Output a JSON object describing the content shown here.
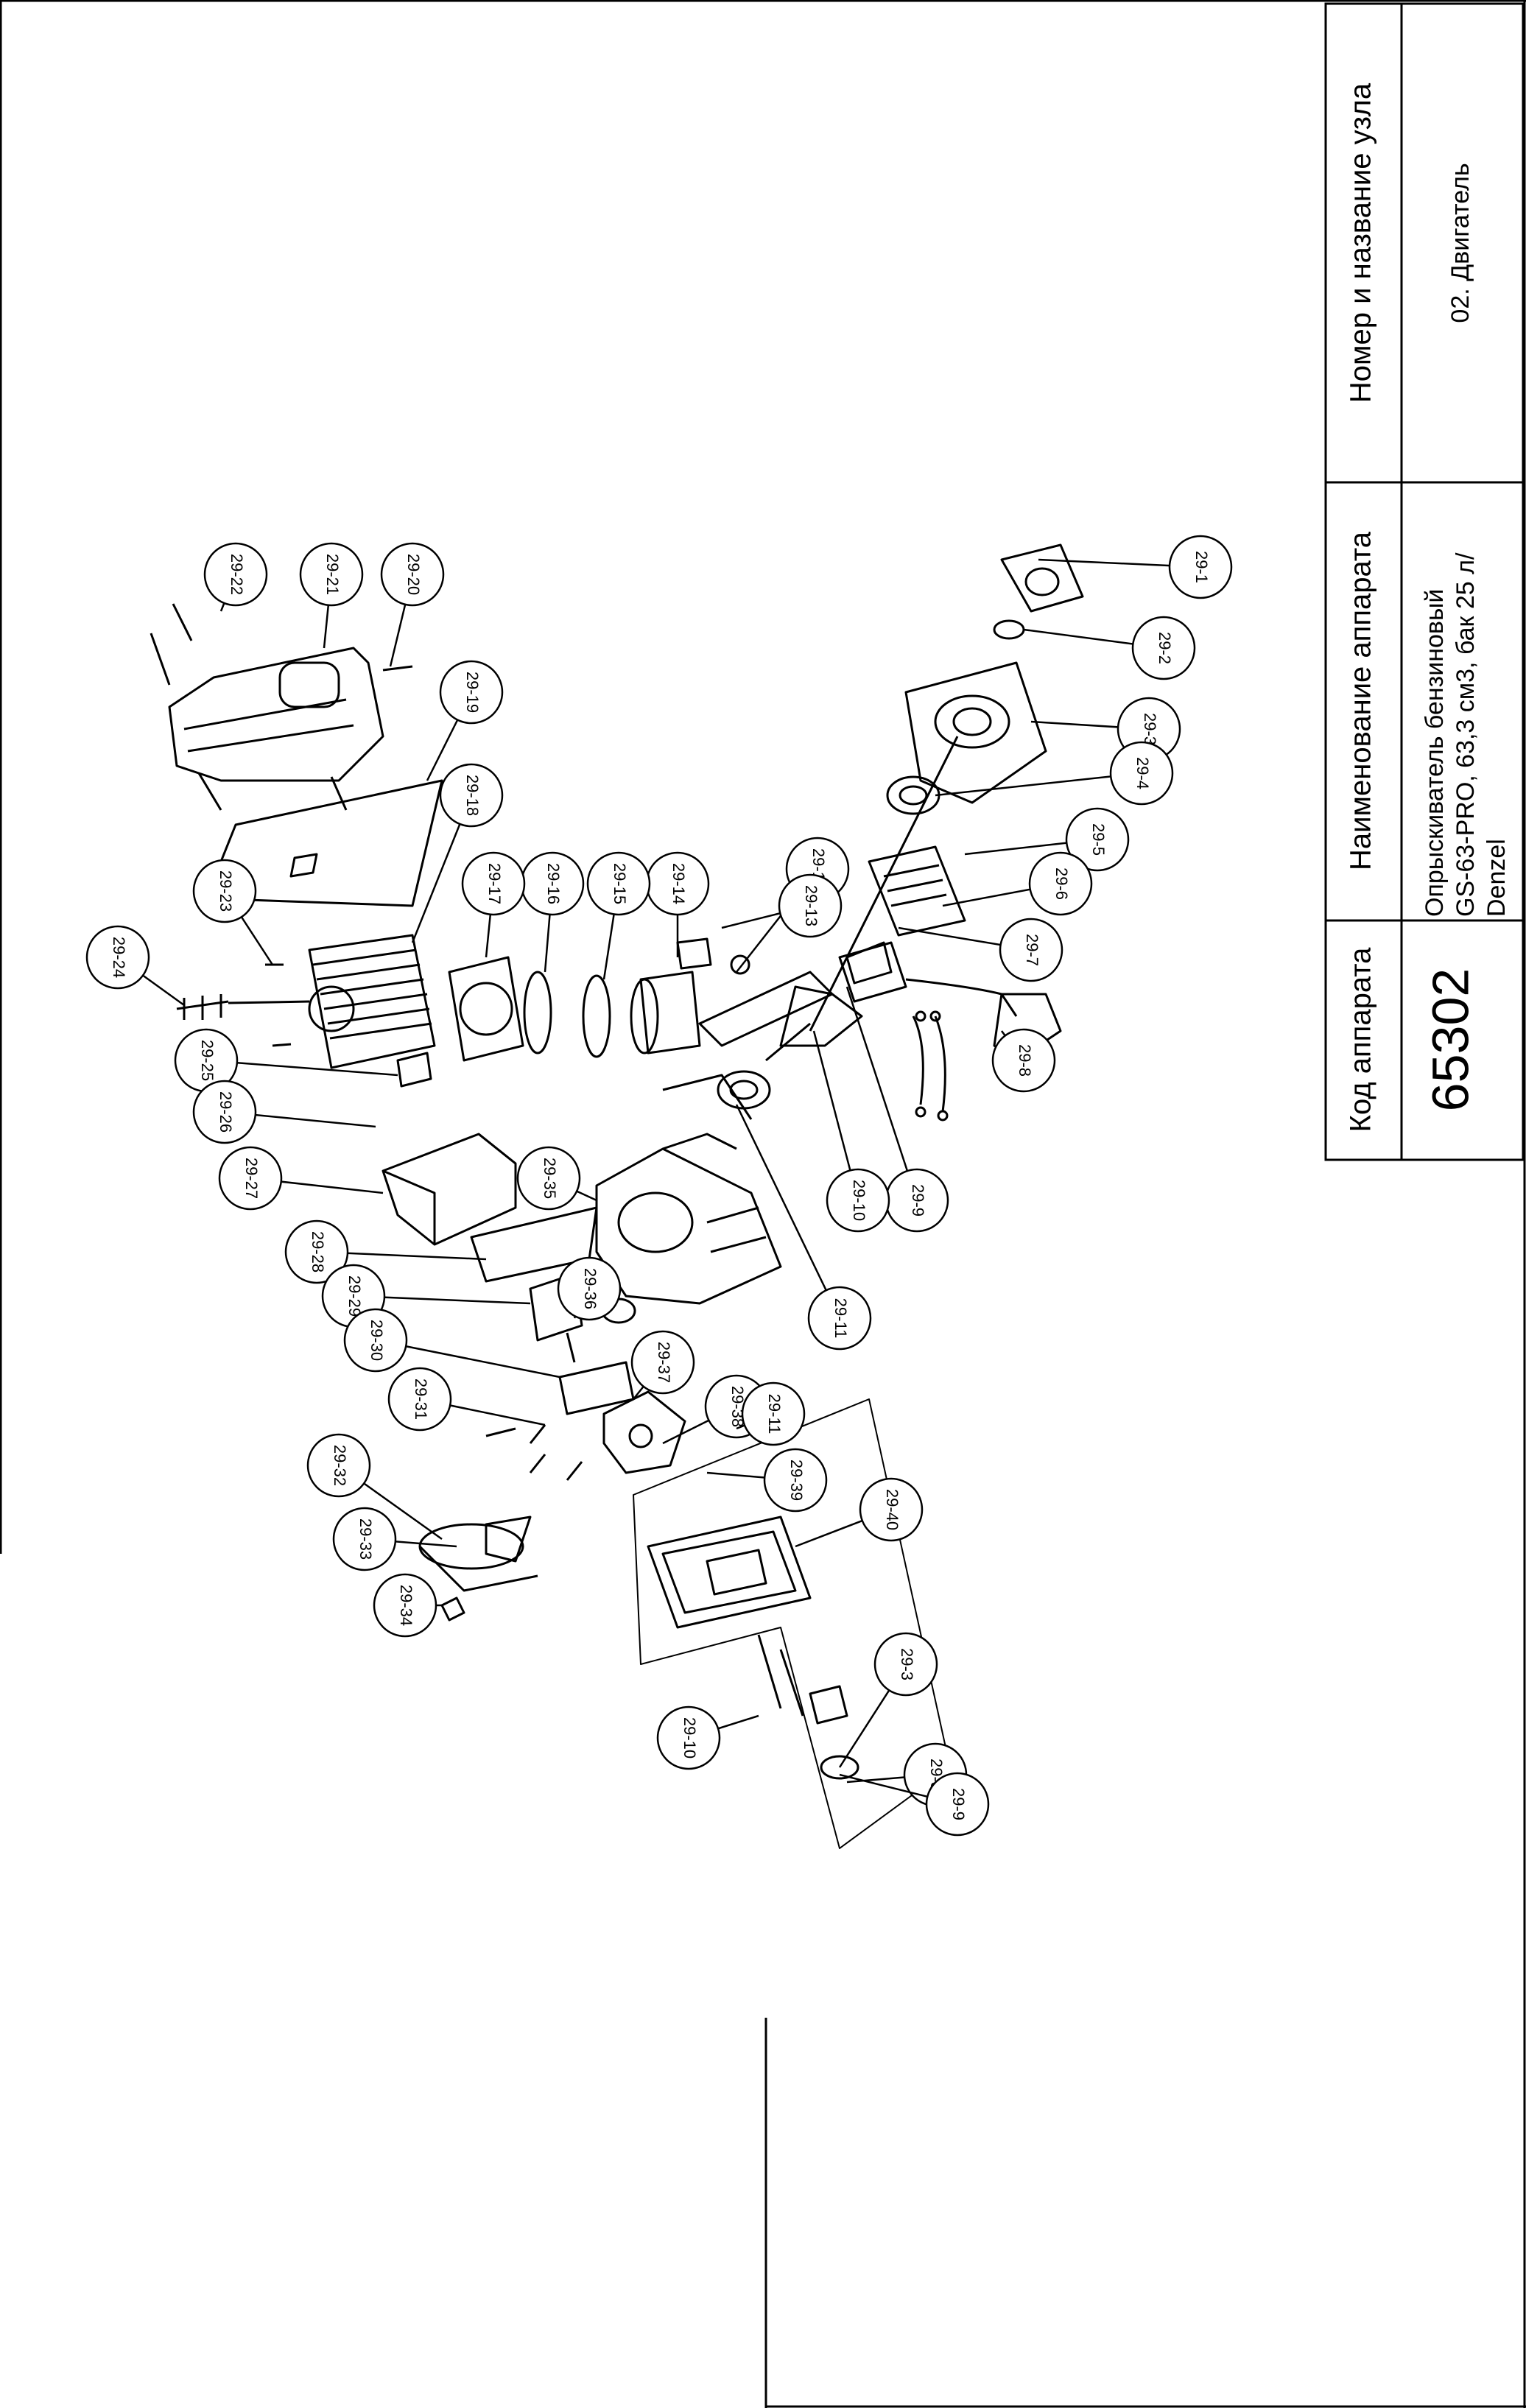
{
  "title_block": {
    "headers": {
      "code": "Код аппарата",
      "device": "Наименование аппарата",
      "unit": "Номер и название узла"
    },
    "values": {
      "code": "65302",
      "device_line1": "Опрыскиватель бензиновый",
      "device_line2": "GS-63-PRO, 63,3 см3, бак 25 л/",
      "device_line3": "Denzel",
      "unit": "02. Двигатель"
    }
  },
  "callouts": [
    "29-1",
    "29-2",
    "29-3",
    "29-4",
    "29-5",
    "29-6",
    "29-7",
    "29-8",
    "29-9",
    "29-10",
    "29-11",
    "29-12",
    "29-13",
    "29-14",
    "29-15",
    "29-16",
    "29-17",
    "29-18",
    "29-19",
    "29-20",
    "29-21",
    "29-22",
    "29-23",
    "29-24",
    "29-25",
    "29-26",
    "29-27",
    "29-28",
    "29-29",
    "29-30",
    "29-31",
    "29-32",
    "29-33",
    "29-34",
    "29-35",
    "29-36",
    "29-37",
    "29-38",
    "29-39",
    "29-40",
    "29-3",
    "29-5",
    "29-9",
    "29-10",
    "29-11"
  ]
}
